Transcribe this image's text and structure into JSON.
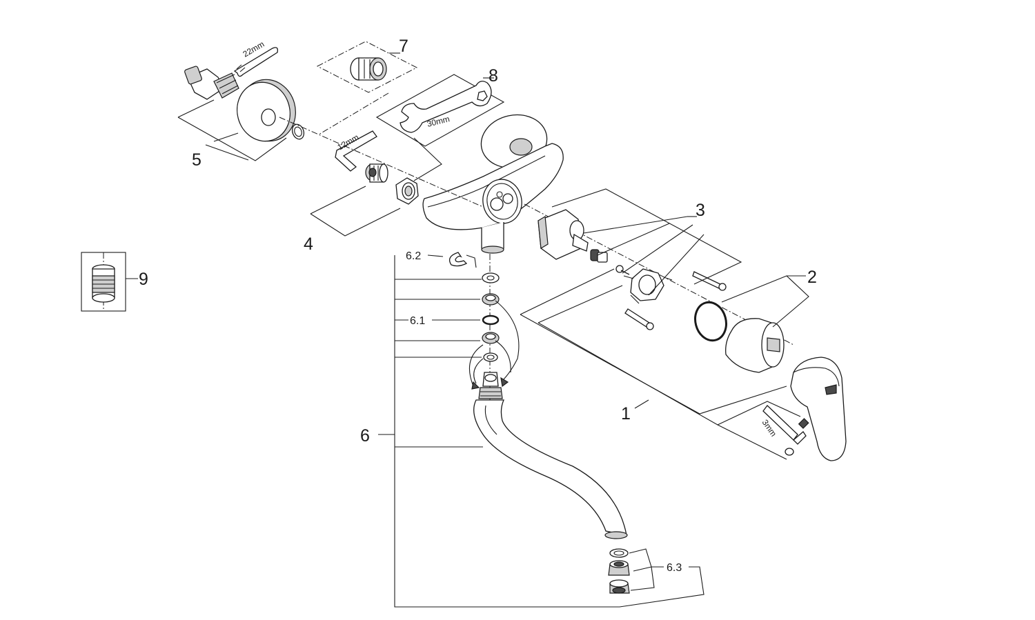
{
  "labels": {
    "p1": "1",
    "p2": "2",
    "p3": "3",
    "p4": "4",
    "p5": "5",
    "p6": "6",
    "p6_1": "6.1",
    "p6_2": "6.2",
    "p6_3": "6.3",
    "p7": "7",
    "p8": "8",
    "p9": "9"
  },
  "dimensions": {
    "key_22": "22mm",
    "wrench_30": "30mm",
    "hex_12": "12mm",
    "hex_3": "3mm"
  }
}
